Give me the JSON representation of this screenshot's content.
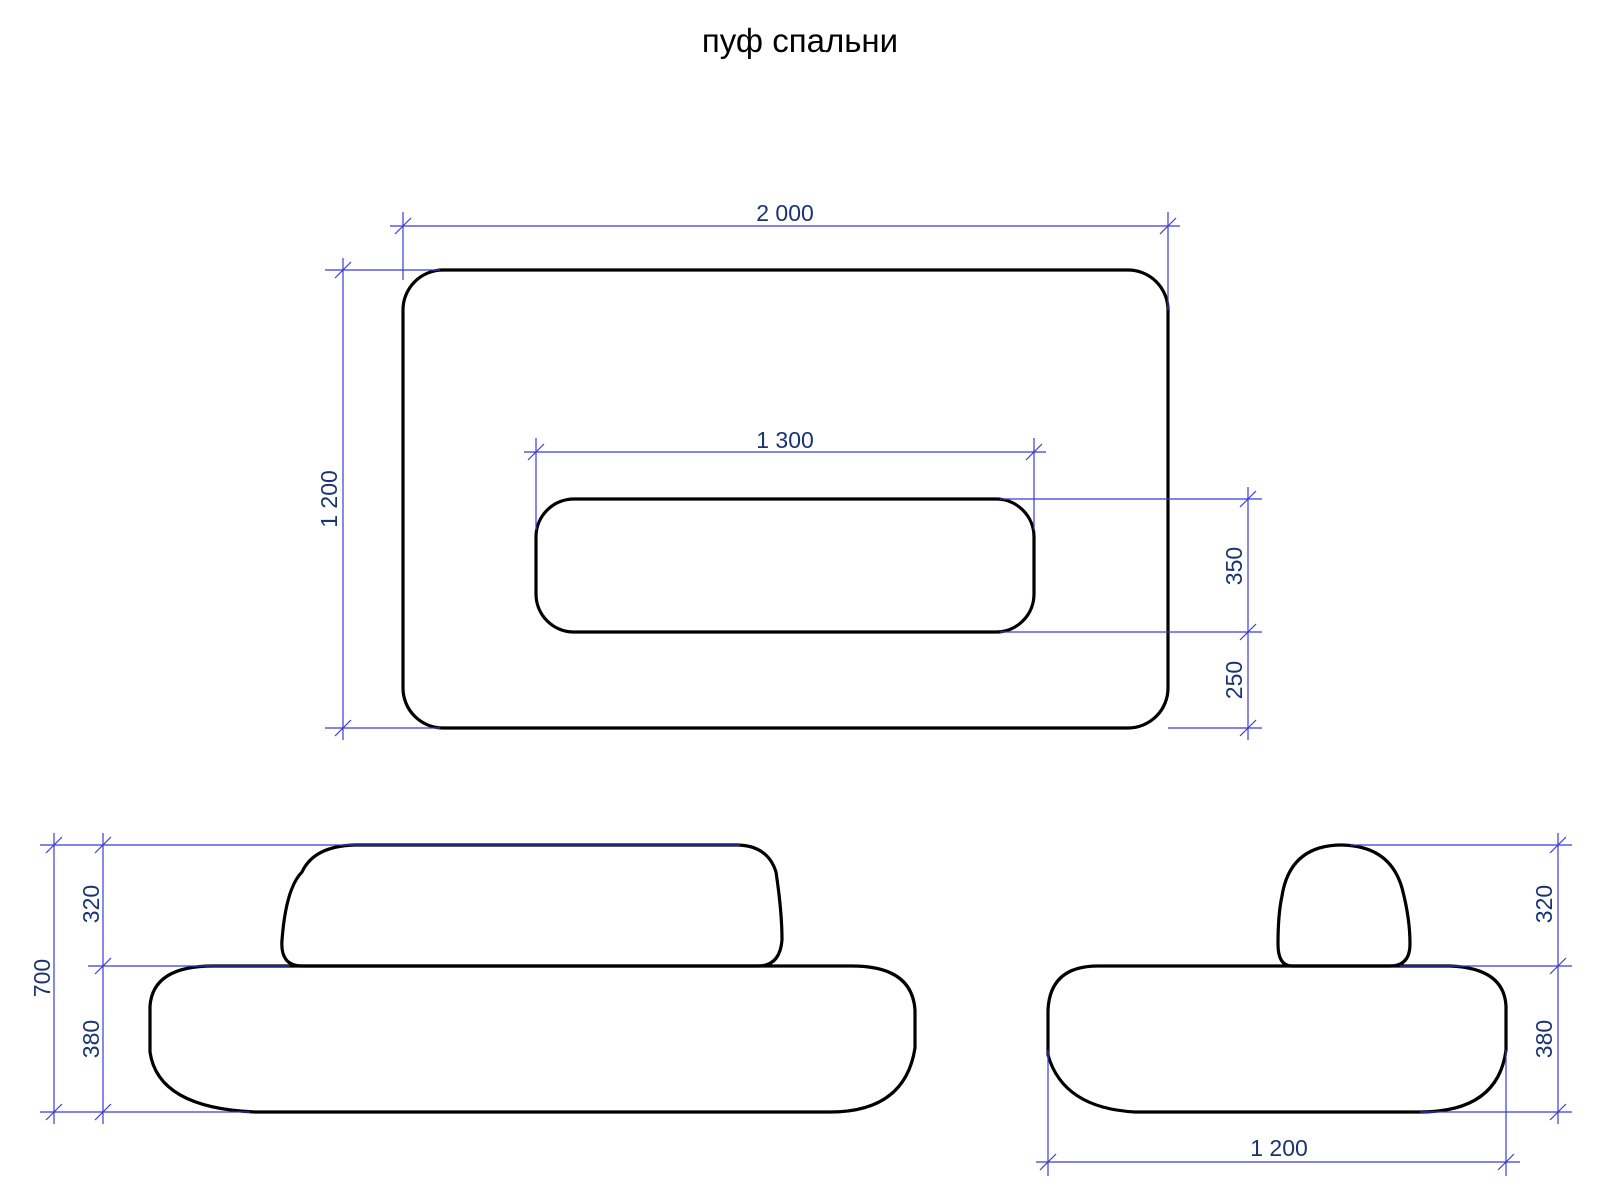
{
  "title": "пуф спальни",
  "colors": {
    "outline": "#000000",
    "dimension_line": "#3b3bd6",
    "dimension_text": "#1a3470"
  },
  "dimensions": {
    "top_width": "2 000",
    "top_depth": "1 200",
    "cushion_width": "1 300",
    "cushion_depth": "350",
    "cushion_offset": "250",
    "front_total_height": "700",
    "front_back_height": "320",
    "front_seat_height": "380",
    "side_back_height": "320",
    "side_seat_height": "380",
    "side_depth": "1 200"
  }
}
